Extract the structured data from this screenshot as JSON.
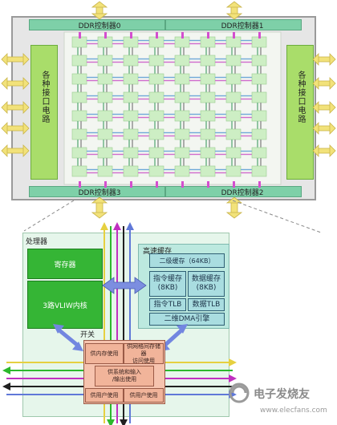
{
  "chip": {
    "ddr_top_left": "DDR控制器0",
    "ddr_top_right": "DDR控制器1",
    "ddr_bottom_left": "DDR控制器3",
    "ddr_bottom_right": "DDR控制器2",
    "io_left": "各种接口电路",
    "io_right": "各种接口电路"
  },
  "tile": {
    "processor_label": "处理器",
    "register_label": "寄存器",
    "core_label": "3路VLIW内核",
    "cache_label": "高速缓存",
    "l2_label": "二级缓存（64KB）",
    "icache_label": "指令缓存\n(8KB)",
    "dcache_label": "数据缓存\n(8KB)",
    "itlb_label": "指令TLB",
    "dtlb_label": "数据TLB",
    "dma_label": "二维DMA引擎",
    "switch_label": "开关",
    "sw_mem": "供内存使用",
    "sw_grid": "供网格间存储器\n访问使用",
    "sw_io": "供系统和输入\n/输出使用",
    "sw_user1": "供用户使用",
    "sw_user2": "供用户使用"
  },
  "watermark": {
    "logo_text": "电子发烧友",
    "url_text": "www.elecfans.com"
  },
  "colors": {
    "chip_bg": "#e6e6e6",
    "ddr": "#7ed0a8",
    "io": "#a9dd6a",
    "arrow_yellow": "#f2e27a",
    "core_green": "#35b535",
    "switch_pink": "#f1b49a"
  }
}
